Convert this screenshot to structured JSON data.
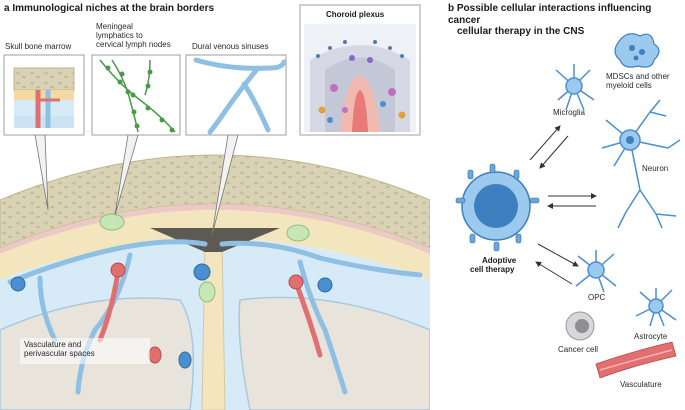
{
  "panel_a": {
    "letter": "a",
    "title": "Immunological niches at the brain borders",
    "labels": {
      "skull_bone_marrow": "Skull bone marrow",
      "meningeal_lymphatics": [
        "Meningeal",
        "lymphatics to",
        "cervical lymph nodes"
      ],
      "dural_venous_sinuses": "Dural venous sinuses",
      "choroid_plexus": "Choroid plexus",
      "vasculature": [
        "Vasculature and",
        "perivascular spaces"
      ]
    }
  },
  "panel_b": {
    "letter": "b",
    "title": [
      "Possible cellular interactions influencing cancer",
      "cellular therapy in the CNS"
    ],
    "labels": {
      "mdscs": [
        "MDSCs and other",
        "myeloid cells"
      ],
      "microglia": "Microglia",
      "neuron": "Neuron",
      "adoptive": [
        "Adoptive",
        "cell therapy"
      ],
      "opc": "OPC",
      "astrocyte": "Astrocyte",
      "cancer_cell": "Cancer cell",
      "vasculature": "Vasculature"
    }
  },
  "colors": {
    "bone": "#d9d2b4",
    "dura": "#f3e6bf",
    "csf": "#d6ebf7",
    "brain": "#e8e4dc",
    "vessel_blue": "#8fbfe3",
    "vessel_red": "#e26f6f",
    "lymph_green": "#4a9a48",
    "cell_blue": "#4a8fd0"
  }
}
